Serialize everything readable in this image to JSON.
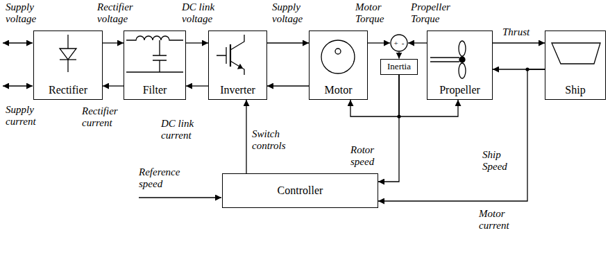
{
  "diagram": {
    "nodes": [
      {
        "text": [
          "Rectifier"
        ]
      },
      {
        "text": [
          "Filter"
        ]
      },
      {
        "text": [
          "Inverter"
        ]
      },
      {
        "text": [
          "Motor"
        ]
      },
      {
        "text": [
          "+",
          "-"
        ]
      },
      {
        "text": [
          "Inertia"
        ]
      },
      {
        "text": [
          "Propeller"
        ]
      },
      {
        "text": [
          "Ship"
        ]
      },
      {
        "text": [
          "Controller"
        ]
      }
    ],
    "edges": [
      {
        "from": 0,
        "to": 1,
        "arrow": "to",
        "label": "Rectifier voltage"
      },
      {
        "from": 1,
        "to": 0,
        "arrow": "to",
        "label": "Rectifier current"
      },
      {
        "from": 1,
        "to": 2,
        "arrow": "to",
        "label": "DC link voltage"
      },
      {
        "from": 2,
        "to": 1,
        "arrow": "to",
        "label": "DC link current"
      },
      {
        "from": 2,
        "to": 3,
        "arrow": "to",
        "label": "Supply voltage"
      },
      {
        "from": 3,
        "to": 2,
        "arrow": "to"
      },
      {
        "from": 3,
        "to": 4,
        "arrow": "to",
        "label": "Motor Torque"
      },
      {
        "from": 6,
        "to": 4,
        "arrow": "to",
        "label": "Propeller Torque"
      },
      {
        "from": 4,
        "to": 5,
        "arrow": "to"
      },
      {
        "from": 5,
        "to": 3,
        "arrow": "to"
      },
      {
        "from": 5,
        "to": 6,
        "arrow": "to"
      },
      {
        "from": 5,
        "to": 8,
        "arrow": "to",
        "label": "Rotor speed"
      },
      {
        "from": 6,
        "to": 7,
        "arrow": "to",
        "label": "Thrust"
      },
      {
        "from": 7,
        "to": 6,
        "arrow": "to"
      },
      {
        "from": 7,
        "to": 8,
        "arrow": "to",
        "label": "Ship Speed"
      },
      {
        "from": 8,
        "to": 2,
        "arrow": "to",
        "label": "Switch controls"
      }
    ],
    "labels": [
      "Supply voltage",
      "Supply current",
      "Reference speed",
      "Motor current"
    ]
  }
}
